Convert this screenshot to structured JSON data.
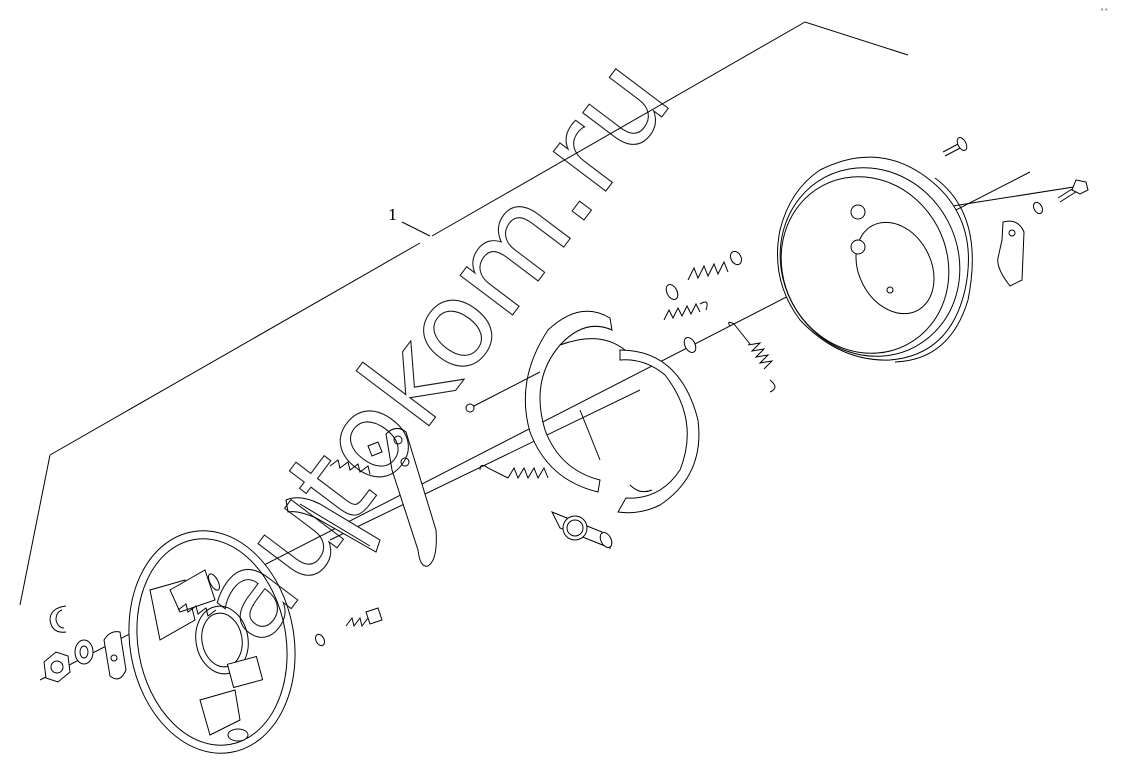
{
  "diagram": {
    "callout_number": "1",
    "watermark_text": "autokom.ru",
    "corner_mark": "••",
    "parts": [
      {
        "id": "drum",
        "icon": "brake-drum"
      },
      {
        "id": "backing-plate",
        "icon": "backing-plate"
      },
      {
        "id": "shoe-upper",
        "icon": "brake-shoe"
      },
      {
        "id": "shoe-lower",
        "icon": "brake-shoe"
      },
      {
        "id": "adjuster",
        "icon": "star-wheel-adjuster"
      },
      {
        "id": "lever",
        "icon": "parking-lever"
      },
      {
        "id": "strut",
        "icon": "strut-bar"
      },
      {
        "id": "spring-1",
        "icon": "coil-spring"
      },
      {
        "id": "spring-2",
        "icon": "coil-spring"
      },
      {
        "id": "spring-3",
        "icon": "coil-spring"
      },
      {
        "id": "spring-4",
        "icon": "coil-spring"
      },
      {
        "id": "spring-5",
        "icon": "coil-spring"
      },
      {
        "id": "bolt-1",
        "icon": "bolt"
      },
      {
        "id": "bolt-2",
        "icon": "bolt"
      },
      {
        "id": "bolt-3",
        "icon": "bolt"
      },
      {
        "id": "nut",
        "icon": "hex-nut"
      },
      {
        "id": "washers",
        "icon": "washer"
      },
      {
        "id": "clip",
        "icon": "e-clip"
      },
      {
        "id": "bracket",
        "icon": "mounting-bracket"
      }
    ]
  }
}
